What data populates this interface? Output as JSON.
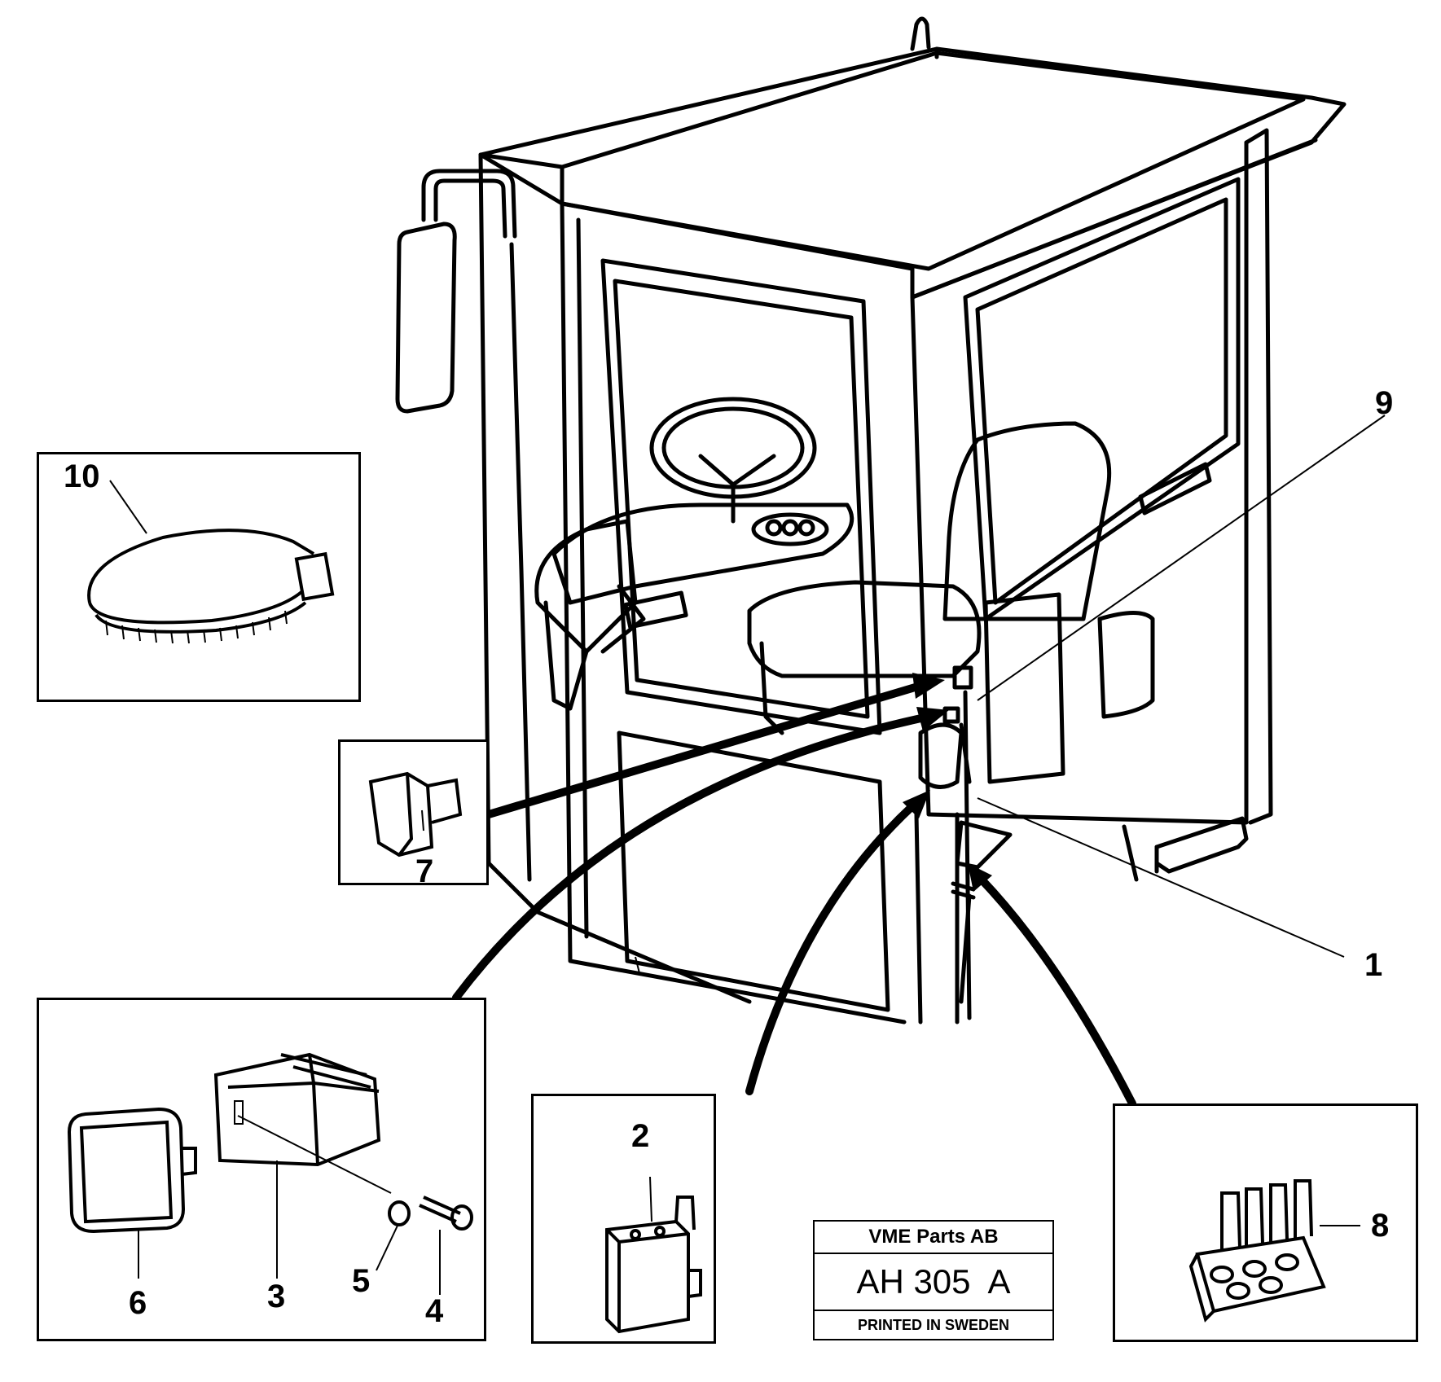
{
  "callouts": {
    "c1": "1",
    "c2": "2",
    "c3": "3",
    "c4": "4",
    "c5": "5",
    "c6": "6",
    "c7": "7",
    "c8": "8",
    "c9": "9",
    "c10": "10"
  },
  "title_block": {
    "company": "VME Parts AB",
    "code": "AH 305  A",
    "printed": "PRINTED IN SWEDEN"
  },
  "colors": {
    "line": "#000000",
    "background": "#ffffff"
  }
}
